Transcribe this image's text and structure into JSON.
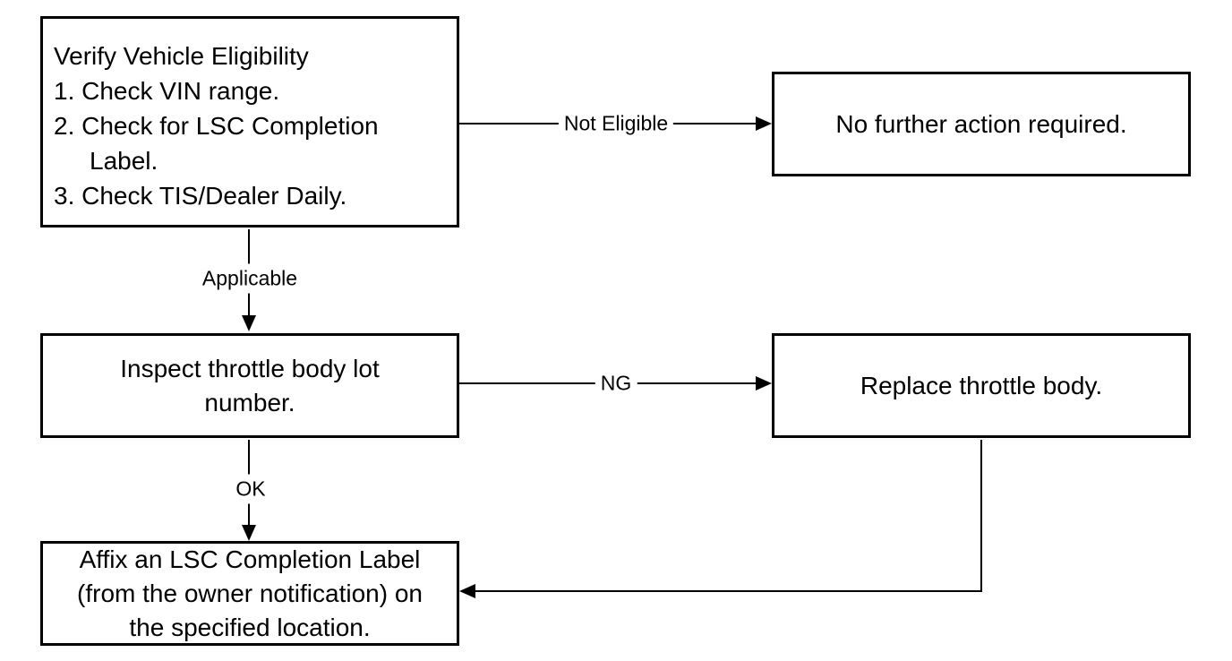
{
  "flowchart": {
    "background_color": "#ffffff",
    "stroke_color": "#000000",
    "nodes": {
      "verify": {
        "lines": [
          "Verify Vehicle Eligibility",
          "1. Check VIN range.",
          "2. Check for LSC Completion",
          "Label.",
          "3. Check TIS/Dealer Daily."
        ]
      },
      "no_action": {
        "text": "No further action required."
      },
      "inspect": {
        "lines": [
          "Inspect throttle body lot",
          "number."
        ]
      },
      "replace": {
        "text": "Replace throttle body."
      },
      "affix": {
        "lines": [
          "Affix an LSC Completion Label",
          "(from the owner notification) on",
          "the specified location."
        ]
      }
    },
    "edge_labels": {
      "not_eligible": "Not Eligible",
      "applicable": "Applicable",
      "ng": "NG",
      "ok": "OK"
    },
    "edges": [
      {
        "from": "verify",
        "to": "no_action",
        "label": "Not Eligible"
      },
      {
        "from": "verify",
        "to": "inspect",
        "label": "Applicable"
      },
      {
        "from": "inspect",
        "to": "replace",
        "label": "NG"
      },
      {
        "from": "inspect",
        "to": "affix",
        "label": "OK"
      },
      {
        "from": "replace",
        "to": "affix",
        "label": ""
      }
    ]
  }
}
